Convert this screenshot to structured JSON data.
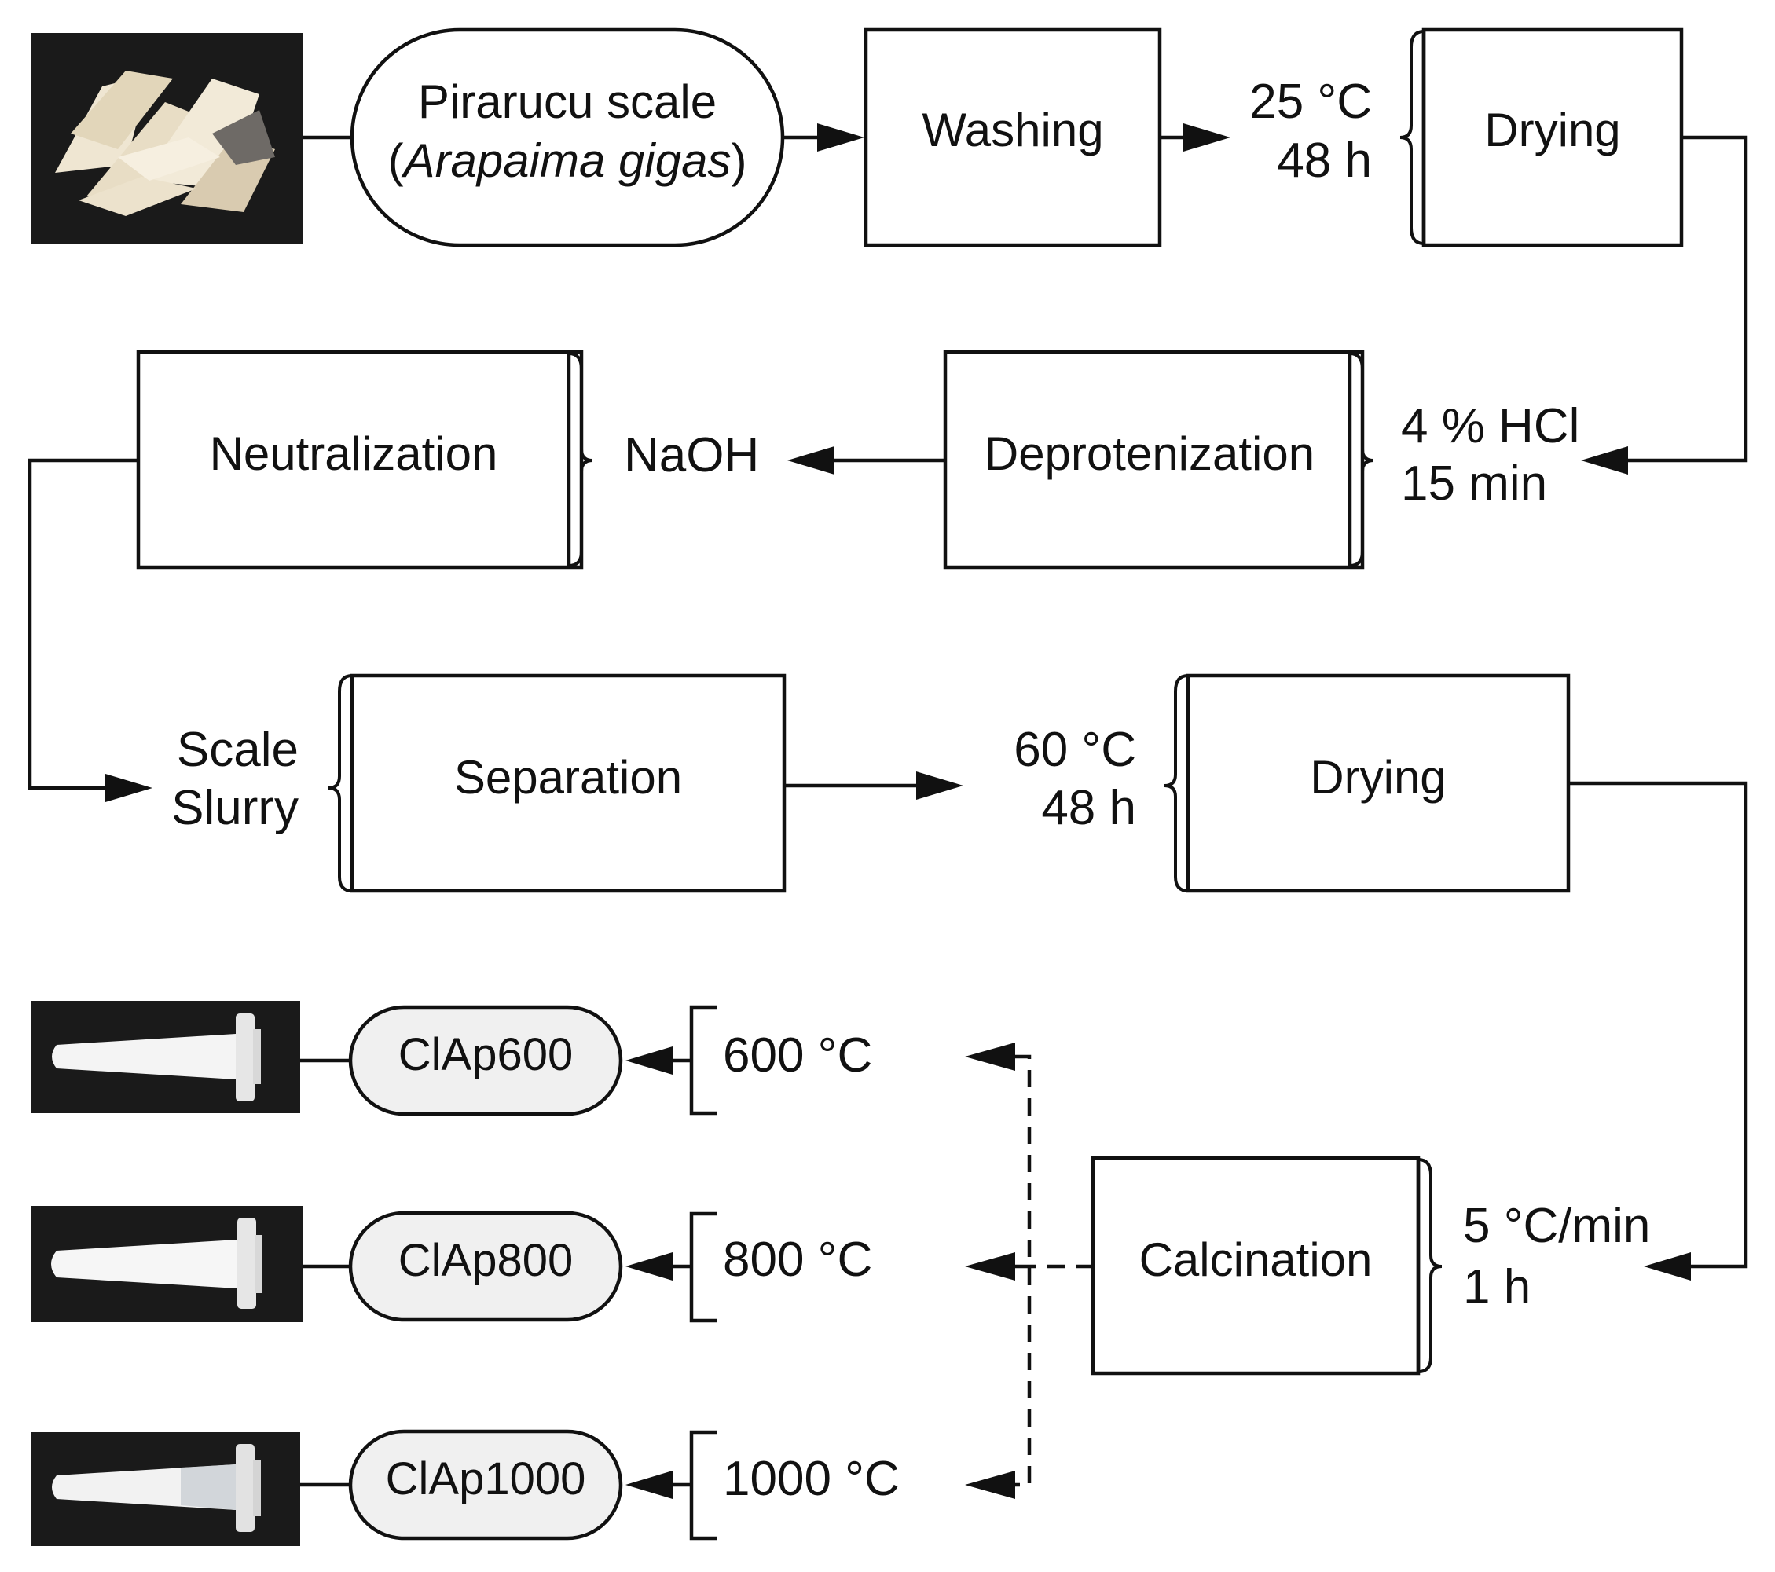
{
  "process": {
    "source_name": "Pirarucu scale",
    "source_species": "Arapaima gigas",
    "source_species_open": "(",
    "source_species_close": ")",
    "washing": "Washing",
    "drying_1_temp": "25 °C",
    "drying_1_time": "48 h",
    "drying_1": "Drying",
    "deprot_cond_1": "4 % HCl",
    "deprot_cond_2": "15 min",
    "deprotenization": "Deprotenization",
    "naoh": "NaOH",
    "neutralization": "Neutralization",
    "slurry_1": "Scale",
    "slurry_2": "Slurry",
    "separation": "Separation",
    "drying_2_temp": "60 °C",
    "drying_2_time": "48 h",
    "drying_2": "Drying",
    "calcination": "Calcination",
    "calc_cond_1": "5 °C/min",
    "calc_cond_2": "1 h"
  },
  "products": [
    {
      "temp": "600 °C",
      "name": "ClAp600"
    },
    {
      "temp": "800 °C",
      "name": "ClAp800"
    },
    {
      "temp": "1000 °C",
      "name": "ClAp1000"
    }
  ],
  "colors": {
    "line": "#111111",
    "product_fill": "#f0f0f0",
    "photo_bg": "#1a1a1a",
    "scale_color": "#efe6d2",
    "powder_color": "#f4f4f4"
  }
}
